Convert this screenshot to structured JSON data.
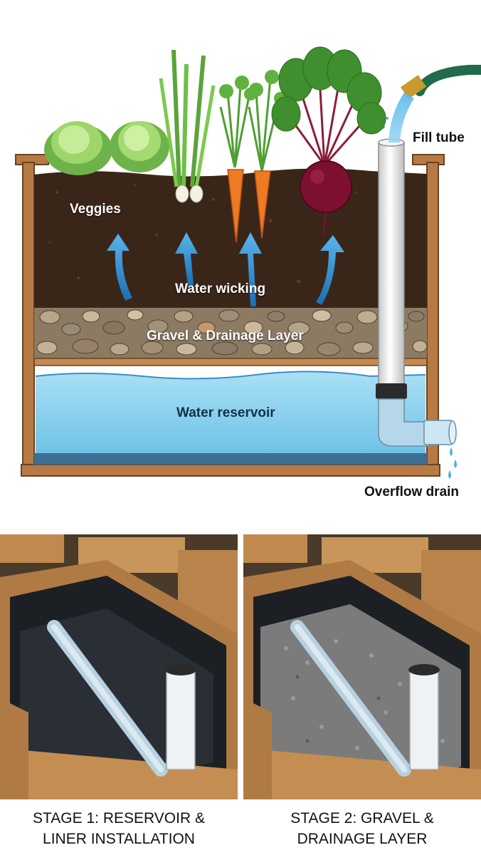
{
  "diagram": {
    "labels": {
      "veggies": "Veggies",
      "water_wicking": "Water wicking",
      "gravel": "Gravel & Drainage Layer",
      "reservoir": "Water reservoir",
      "fill_tube": "Fill tube",
      "overflow": "Overflow drain"
    },
    "plants": [
      "lettuce-icon",
      "green-onion-icon",
      "carrot-icon",
      "beet-icon"
    ],
    "colors": {
      "soil": "#3a2618",
      "gravel": "#b9a68c",
      "water": "#8fd3f0",
      "wood": "#a8713f",
      "pipe": "#e8e8e8"
    }
  },
  "photos": [
    {
      "caption_line1": "STAGE 1: RESERVOIR &",
      "caption_line2": "LINER INSTALLATION"
    },
    {
      "caption_line1": "STAGE 2: GRAVEL &",
      "caption_line2": "DRAINAGE LAYER"
    }
  ]
}
